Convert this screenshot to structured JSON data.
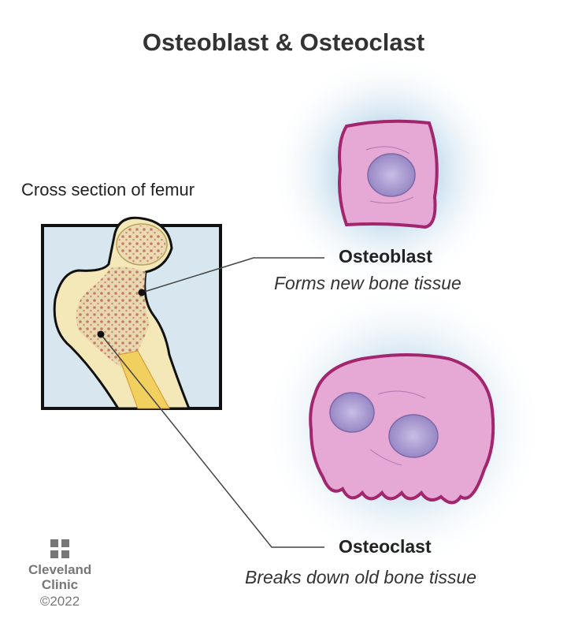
{
  "title": "Osteoblast & Osteoclast",
  "femur_label": "Cross section of femur",
  "osteoblast": {
    "name": "Osteoblast",
    "description": "Forms new bone tissue"
  },
  "osteoclast": {
    "name": "Osteoclast",
    "description": "Breaks down old bone tissue"
  },
  "logo": {
    "line1": "Cleveland",
    "line2": "Clinic",
    "copyright": "©2022"
  },
  "colors": {
    "cell_fill": "#e6a8d4",
    "cell_border": "#a2266e",
    "nucleus": "#a898d0",
    "glow": "#d4e6f2",
    "box_bg": "#d8e6f0",
    "bone": "#f5e8b8",
    "marrow": "#c88070"
  }
}
